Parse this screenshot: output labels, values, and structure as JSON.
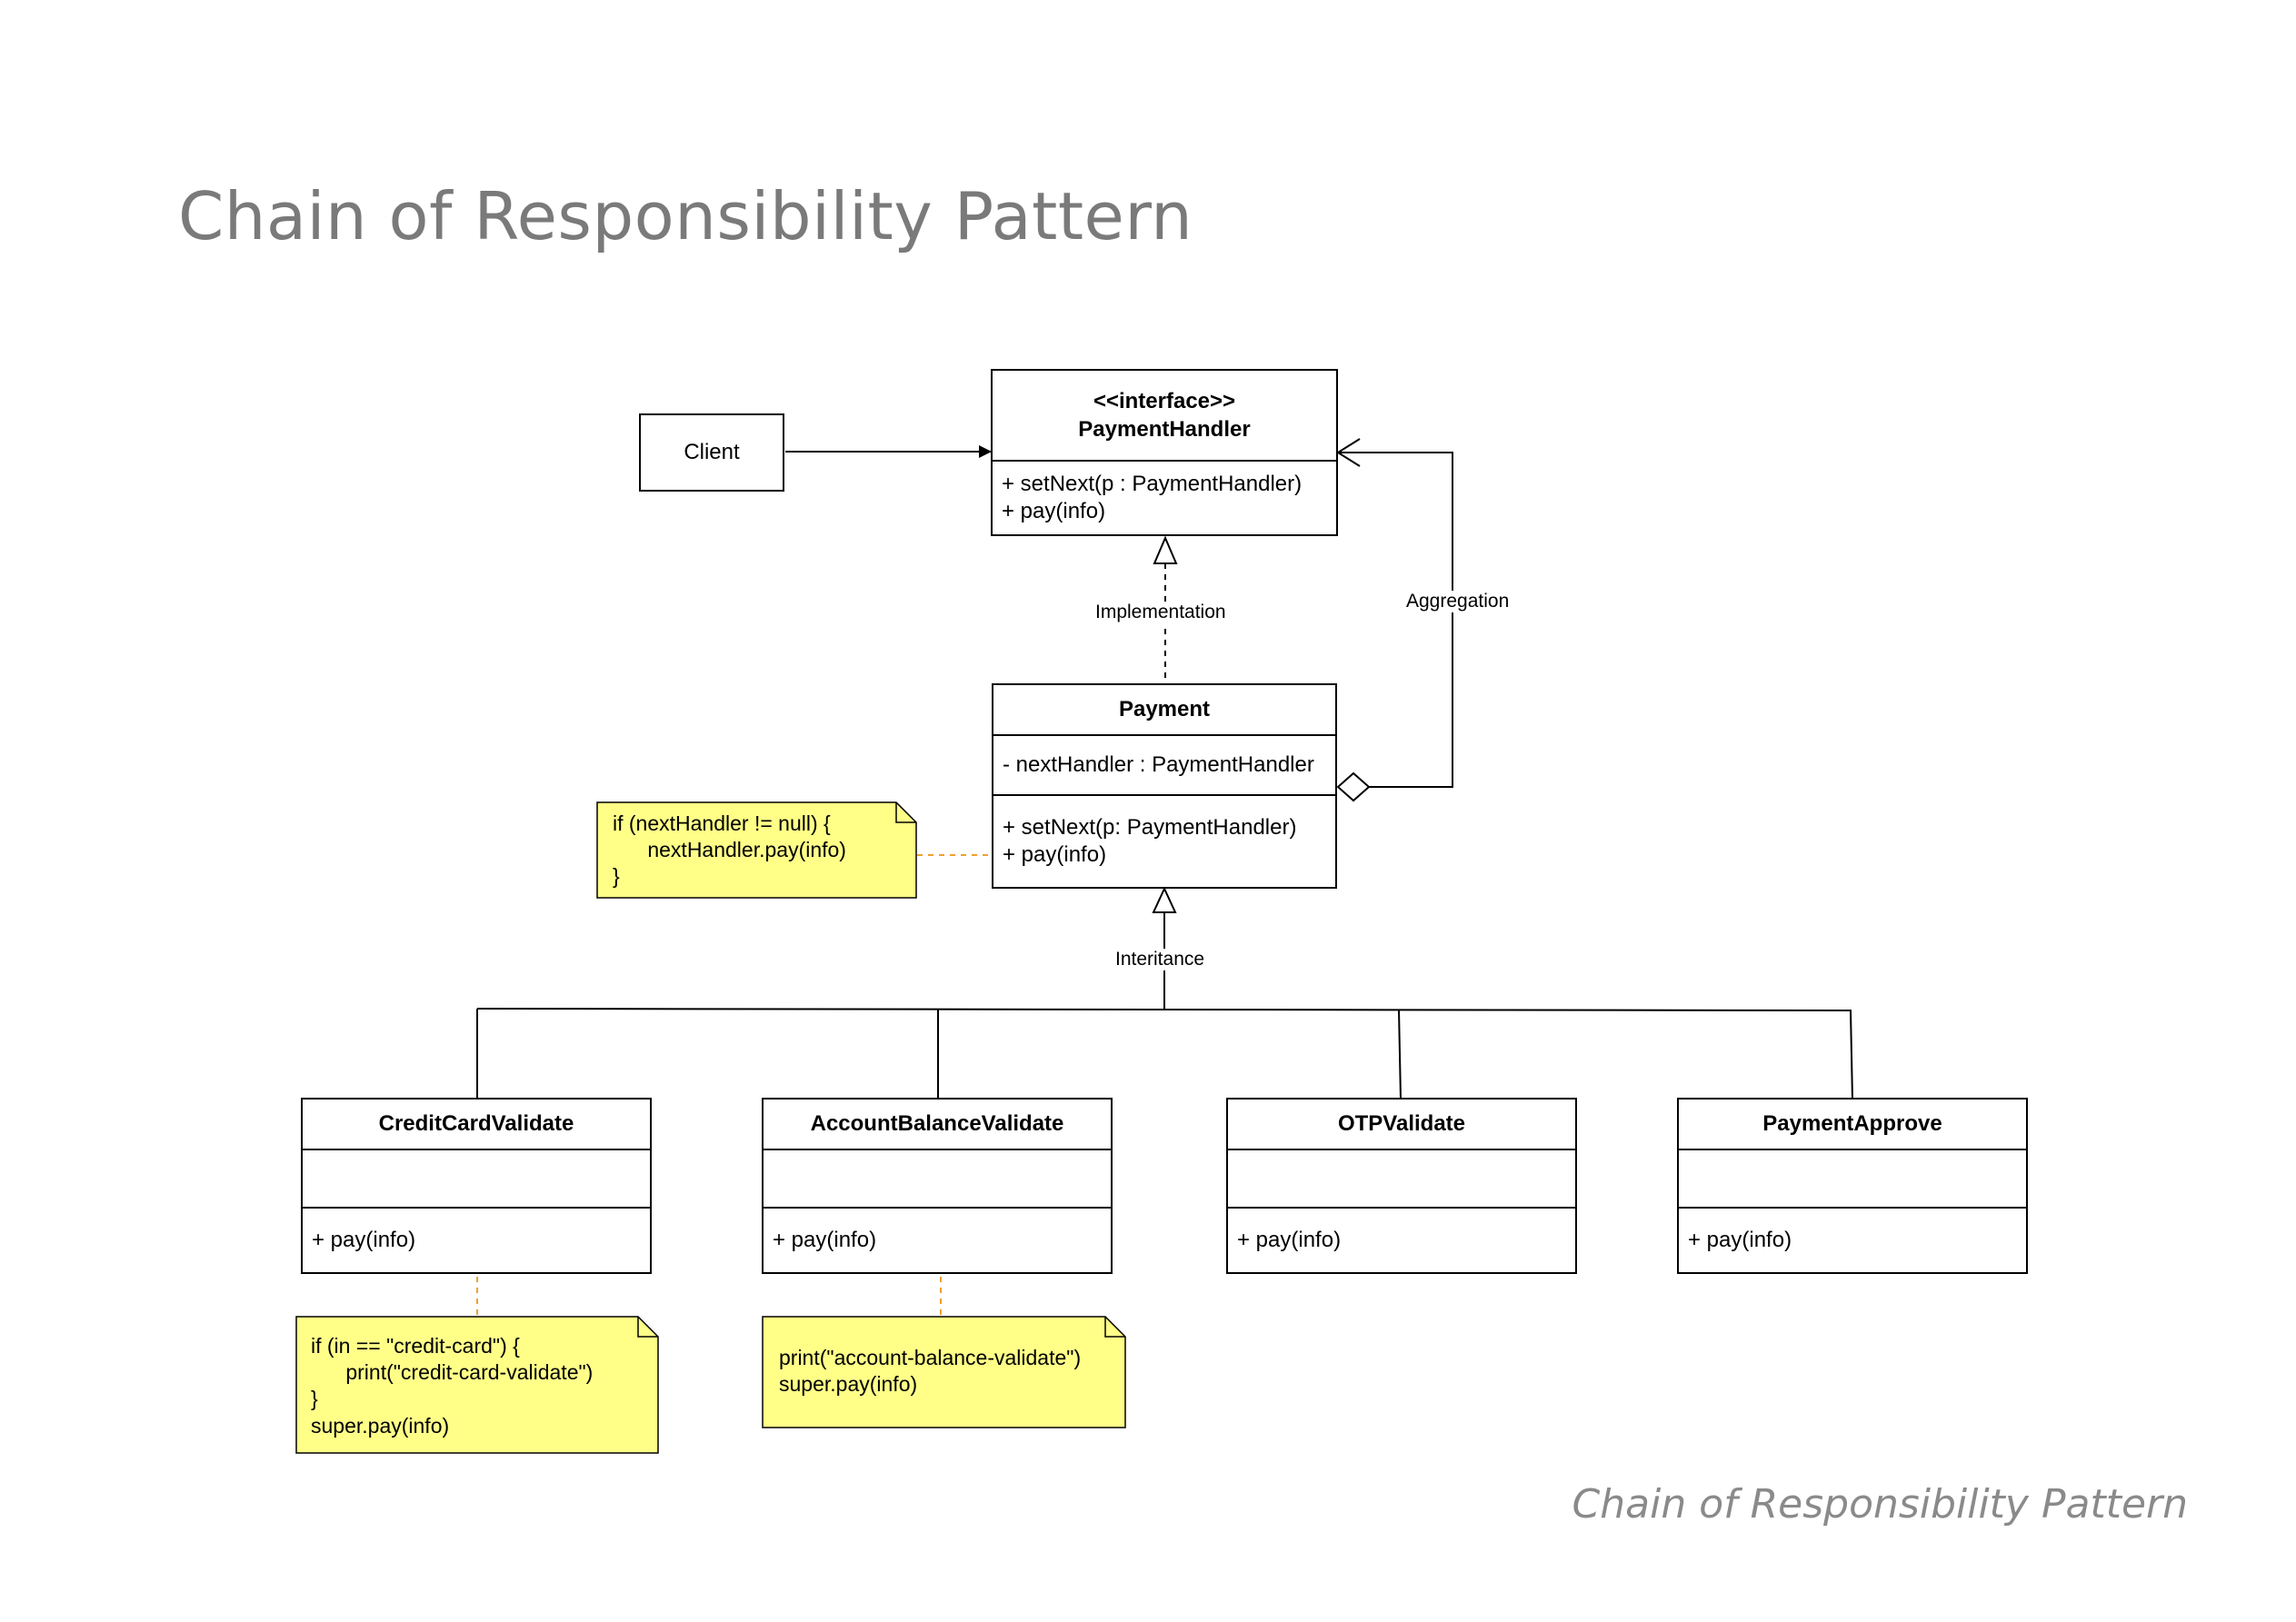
{
  "title": "Chain of Responsibility Pattern",
  "footer": "Chain of Responsibility Pattern",
  "client": {
    "label": "Client"
  },
  "interface": {
    "stereotype": "<<interface>>",
    "name": "PaymentHandler",
    "methods": [
      "+ setNext(p : PaymentHandler)",
      "+ pay(info)"
    ]
  },
  "payment": {
    "name": "Payment",
    "attributes": [
      "- nextHandler : PaymentHandler"
    ],
    "methods": [
      "+ setNext(p: PaymentHandler)",
      "+ pay(info)"
    ]
  },
  "relations": {
    "implementation": "Implementation",
    "aggregation": "Aggregation",
    "inheritance": "Interitance"
  },
  "subclasses": [
    {
      "name": "CreditCardValidate",
      "method": "+ pay(info)"
    },
    {
      "name": "AccountBalanceValidate",
      "method": "+ pay(info)"
    },
    {
      "name": "OTPValidate",
      "method": "+ pay(info)"
    },
    {
      "name": "PaymentApprove",
      "method": "+ pay(info)"
    }
  ],
  "notes": {
    "payment": "if (nextHandler != null) {\n      nextHandler.pay(info)\n}",
    "credit_card": "if (in == \"credit-card\") {\n      print(\"credit-card-validate\")\n}\nsuper.pay(info)",
    "account_balance": "print(\"account-balance-validate\")\nsuper.pay(info)"
  },
  "colors": {
    "note_fill": "#ffff88",
    "note_link": "#f0a030",
    "title_gray": "#7a7a7a"
  }
}
